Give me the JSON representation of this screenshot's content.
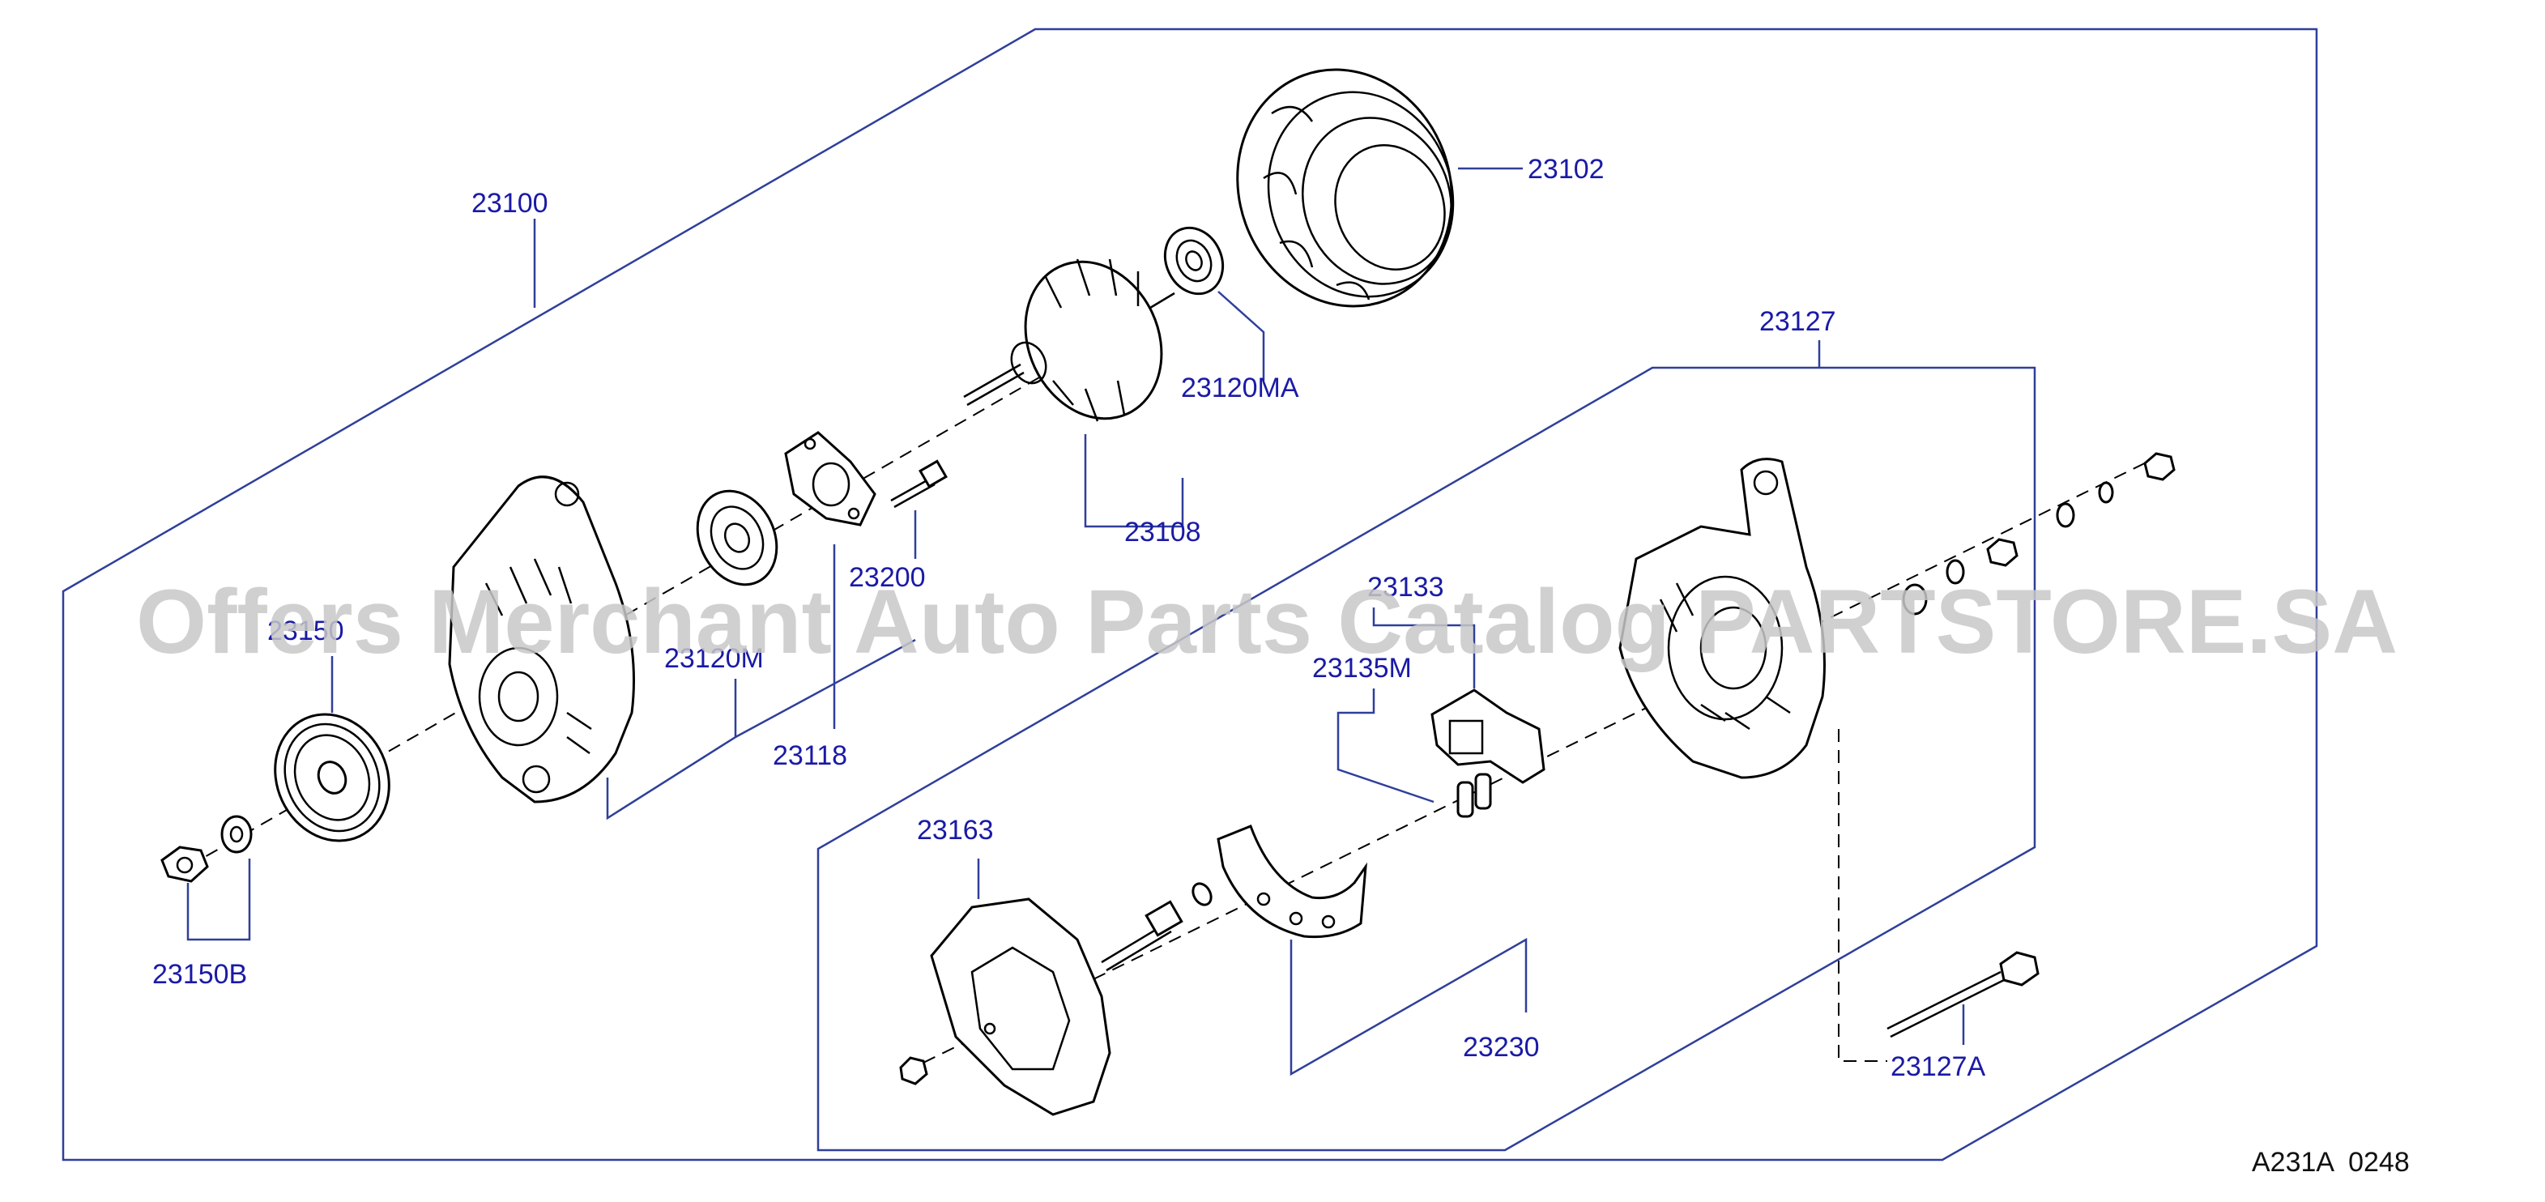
{
  "parts": {
    "p23100": "23100",
    "p23102": "23102",
    "p23120MA": "23120MA",
    "p23108": "23108",
    "p23200": "23200",
    "p23150": "23150",
    "p23120M": "23120M",
    "p23118": "23118",
    "p23150B": "23150B",
    "p23127": "23127",
    "p23133": "23133",
    "p23135M": "23135M",
    "p23163": "23163",
    "p23230": "23230",
    "p23127A": "23127A"
  },
  "diagram_ref": "A231A  0248",
  "watermark": "Offers Merchant Auto Parts Catalog PARTSTORE.SA",
  "colors": {
    "label": "#1a1aa6",
    "frame": "#2f3f9a",
    "watermark": "#c8c8c8"
  }
}
